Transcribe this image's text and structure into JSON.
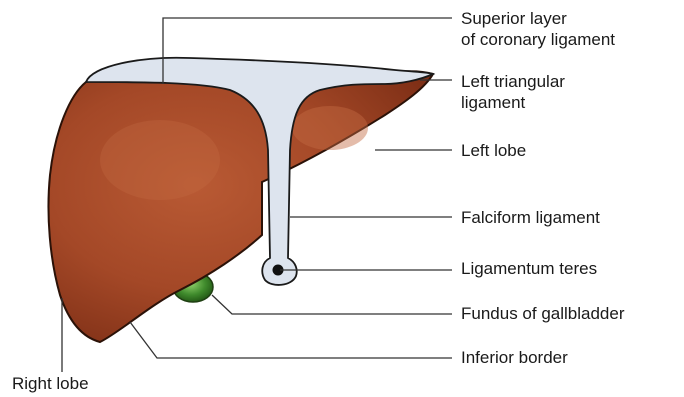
{
  "labels": {
    "superior_layer": [
      "Superior layer",
      "of coronary ligament"
    ],
    "left_triangular": [
      "Left triangular",
      "ligament"
    ],
    "left_lobe": "Left lobe",
    "falciform": "Falciform ligament",
    "ligamentum_teres": "Ligamentum teres",
    "fundus": "Fundus of gallbladder",
    "inferior_border": "Inferior border",
    "right_lobe": "Right lobe"
  },
  "colors": {
    "liver": "#a64a28",
    "liver_dark": "#7a2c14",
    "ligament": "#dde4ee",
    "gallbladder": "#3f8a2c",
    "leader_line": "#333333"
  }
}
